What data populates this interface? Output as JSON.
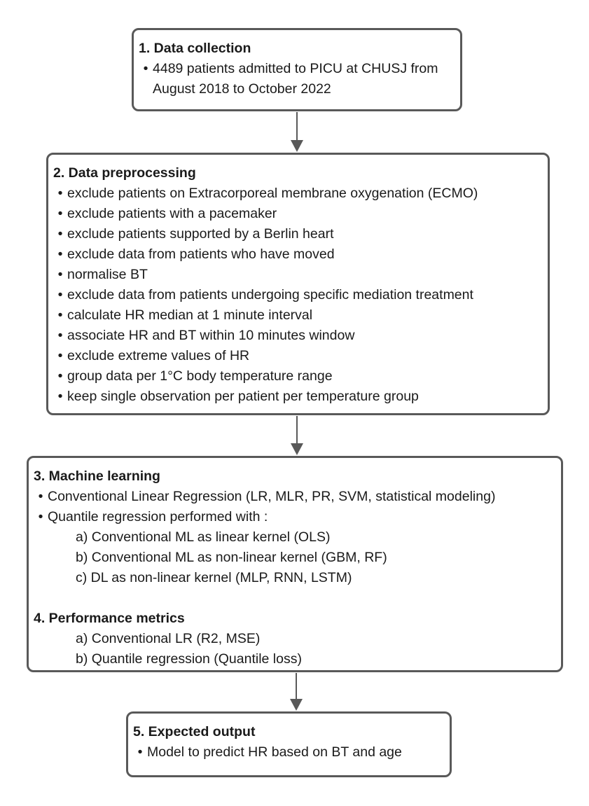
{
  "colors": {
    "box_border": "#595959",
    "arrow": "#595959",
    "text": "#1a1a1a",
    "background": "#ffffff"
  },
  "flowchart": {
    "boxes": [
      {
        "id": "data-collection",
        "sections": [
          {
            "title": "1. Data collection",
            "items": [
              {
                "marker": "•",
                "text": "4489 patients admitted to PICU at CHUSJ from August 2018 to October 2022"
              }
            ]
          }
        ]
      },
      {
        "id": "data-preprocessing",
        "sections": [
          {
            "title": "2. Data preprocessing",
            "items": [
              {
                "marker": "•",
                "text": "exclude patients on Extracorporeal membrane oxygenation (ECMO)"
              },
              {
                "marker": "•",
                "text": "exclude patients with a pacemaker"
              },
              {
                "marker": "•",
                "text": "exclude patients supported by a Berlin heart"
              },
              {
                "marker": "•",
                "text": "exclude data from patients who have moved"
              },
              {
                "marker": "•",
                "text": "normalise BT"
              },
              {
                "marker": "•",
                "text": "exclude data from patients undergoing specific mediation treatment"
              },
              {
                "marker": "•",
                "text": "calculate HR median at 1 minute interval"
              },
              {
                "marker": "•",
                "text": "associate HR and BT within 10 minutes window"
              },
              {
                "marker": "•",
                "text": "exclude extreme values of HR"
              },
              {
                "marker": "•",
                "text": "group data per 1°C body temperature range"
              },
              {
                "marker": "•",
                "text": "keep single observation per patient per temperature group"
              }
            ]
          }
        ]
      },
      {
        "id": "machine-learning-and-metrics",
        "sections": [
          {
            "title": "3. Machine learning",
            "items": [
              {
                "marker": "•",
                "text": "Conventional Linear Regression (LR, MLR, PR, SVM, statistical modeling)"
              },
              {
                "marker": "•",
                "text": "Quantile regression performed with :"
              },
              {
                "marker": "",
                "text": "a) Conventional ML as linear kernel (OLS)"
              },
              {
                "marker": "",
                "text": "b) Conventional ML as non-linear kernel (GBM, RF)"
              },
              {
                "marker": "",
                "text": "c) DL as non-linear kernel (MLP, RNN, LSTM)"
              }
            ]
          },
          {
            "title": "4. Performance metrics",
            "items": [
              {
                "marker": "",
                "text": "a) Conventional LR (R2, MSE)"
              },
              {
                "marker": "",
                "text": "b) Quantile regression (Quantile loss)"
              }
            ]
          }
        ]
      },
      {
        "id": "expected-output",
        "sections": [
          {
            "title": "5. Expected output",
            "items": [
              {
                "marker": "•",
                "text": "Model to predict HR based on BT and age"
              }
            ]
          }
        ]
      }
    ]
  }
}
